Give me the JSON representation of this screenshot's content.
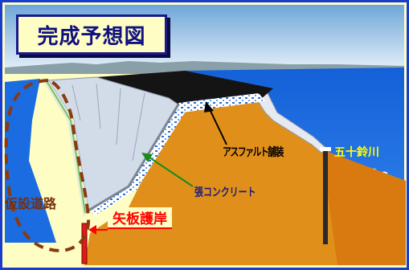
{
  "title": "完成予想図",
  "labels": {
    "asphalt": "アスファルト舗装",
    "river": "五十鈴川",
    "concrete": "張コンクリート",
    "temp_road": "仮設道路",
    "sheet_pile": "矢板護岸"
  },
  "colors": {
    "frame": "#1a3ccc",
    "background": "#fdfdc4",
    "sky": "#a9cce8",
    "river": "#1a6ce0",
    "earth": "#e0901a",
    "concrete_slope": "#c8d4e8",
    "asphalt": "#141414",
    "temp_road_outline": "#8a3a10",
    "sheet_pile": "#e01a1a",
    "concrete_arrow": "#1a8a1a"
  }
}
